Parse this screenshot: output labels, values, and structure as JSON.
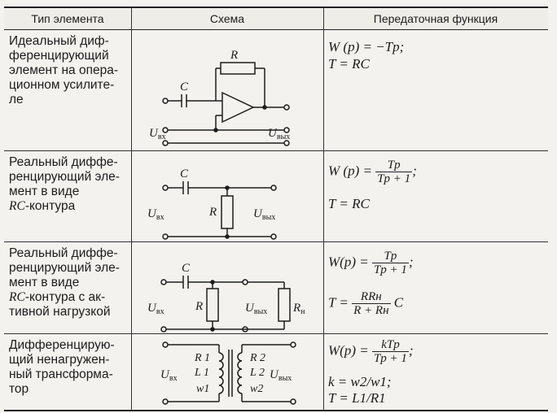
{
  "headers": {
    "type": "Тип элемента",
    "schema": "Схема",
    "function": "Передаточная функция"
  },
  "rows": [
    {
      "type_text": "Идеальный диф-\nференцирующий\nэлемент на опера-\nционном усилите-\nле",
      "schema_labels": {
        "r": "R",
        "c": "C",
        "u_in": "U",
        "u_in_sub": "вх",
        "u_out": "U",
        "u_out_sub": "вых"
      },
      "fn": {
        "line1": "W (p) = −Tp;",
        "line2": "T = RC"
      }
    },
    {
      "type_prefix": "Реальный диффе-\nренцирующий эле-\nмент в виде\n",
      "type_rc": "RC",
      "type_suffix": "-контура",
      "schema_labels": {
        "c": "C",
        "r": "R",
        "u_in": "U",
        "u_in_sub": "вх",
        "u_out": "U",
        "u_out_sub": "вых"
      },
      "fn": {
        "lhs": "W (p) =",
        "num": "Tp",
        "den": "Tp + 1",
        "end": ";",
        "line2": "T = RC"
      }
    },
    {
      "type_prefix": "Реальный диффе-\nренцирующий эле-\nмент в виде\n",
      "type_rc": "RC",
      "type_suffix": "-контура с ак-\nтивной нагрузкой",
      "schema_labels": {
        "c": "C",
        "r": "R",
        "u_in": "U",
        "u_in_sub": "вх",
        "u_out": "U",
        "u_out_sub": "вых",
        "rn": "R",
        "rn_sub": "н"
      },
      "fn": {
        "lhs": "W(p) =",
        "num": "Tp",
        "den": "Tp + 1",
        "end": ";",
        "lhs2": "T =",
        "num2": "RRн",
        "den2": "R + Rн",
        "tail2": "C"
      }
    },
    {
      "type_text": "Дифференцирую-\nщий ненагружен-\nный трансформа-\nтор",
      "schema_labels": {
        "r1": "R 1",
        "l1": "L 1",
        "w1": "w1",
        "r2": "R 2",
        "l2": "L 2",
        "w2": "w2",
        "u_in": "U",
        "u_in_sub": "вх",
        "u_out": "U",
        "u_out_sub": "вых"
      },
      "fn": {
        "lhs": "W(p) =",
        "num": "kTp",
        "den": "Tp + 1",
        "end": ";",
        "line2": "k = w2/w1;",
        "line3": "T = L1/R1"
      }
    }
  ]
}
